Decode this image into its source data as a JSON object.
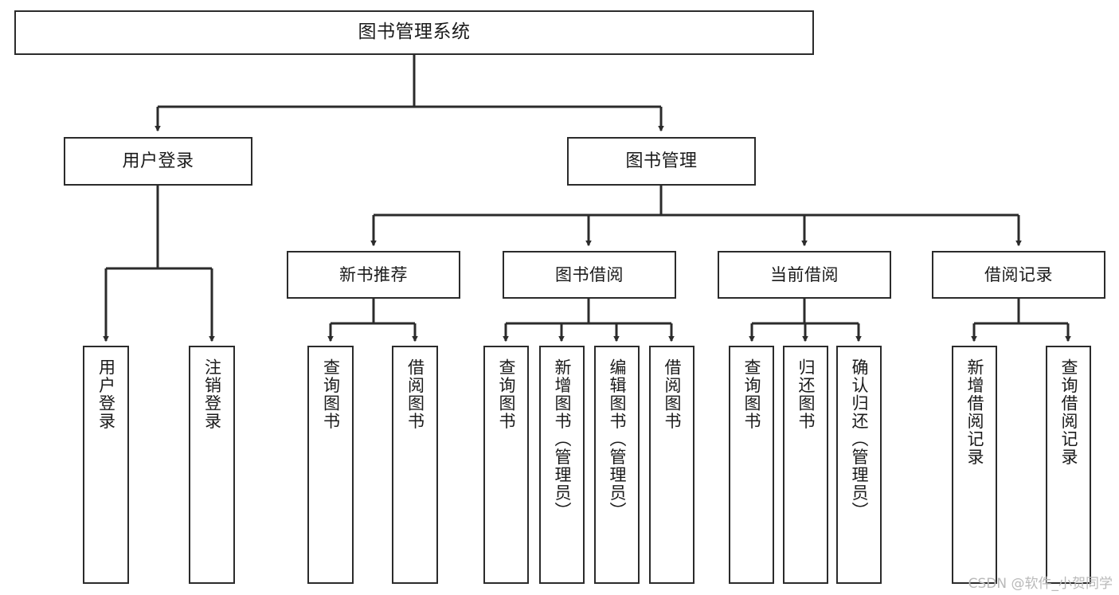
{
  "diagram": {
    "title": "图书管理系统",
    "type": "tree-hierarchy",
    "watermark": "CSDN @软件_小贺同学",
    "colors": {
      "stroke": "#2b2b2b",
      "fill": "#ffffff",
      "text": "#1a1a1a",
      "watermark": "#b9b9b9"
    },
    "nodes": {
      "root": {
        "label": "图书管理系统"
      },
      "level1": [
        {
          "label": "用户登录"
        },
        {
          "label": "图书管理"
        }
      ],
      "level2": [
        {
          "label": "新书推荐"
        },
        {
          "label": "图书借阅"
        },
        {
          "label": "当前借阅"
        },
        {
          "label": "借阅记录"
        }
      ],
      "leaves": {
        "user_login": [
          {
            "label": "用户登录"
          },
          {
            "label": "注销登录"
          }
        ],
        "new_book_recommend": [
          {
            "label": "查询图书"
          },
          {
            "label": "借阅图书"
          }
        ],
        "book_borrow": [
          {
            "label": "查询图书"
          },
          {
            "label": "新增图书（管理员）"
          },
          {
            "label": "编辑图书（管理员）"
          },
          {
            "label": "借阅图书"
          }
        ],
        "current_borrow": [
          {
            "label": "查询图书"
          },
          {
            "label": "归还图书"
          },
          {
            "label": "确认归还（管理员）"
          }
        ],
        "borrow_record": [
          {
            "label": "新增借阅记录"
          },
          {
            "label": "查询借阅记录"
          }
        ]
      }
    }
  }
}
